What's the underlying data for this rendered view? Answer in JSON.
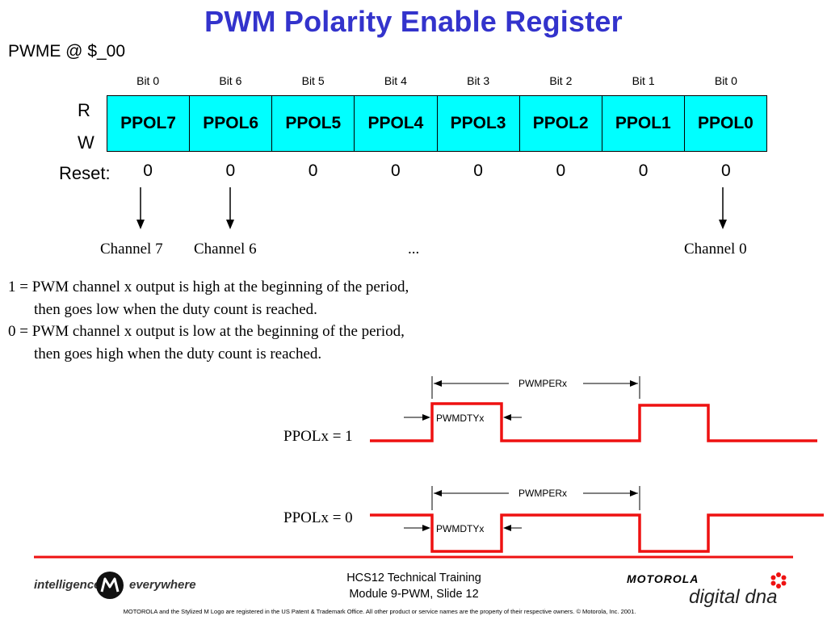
{
  "title": "PWM Polarity Enable Register",
  "register_address": "PWME @ $_00",
  "bit_labels": [
    "Bit 0",
    "Bit 6",
    "Bit 5",
    "Bit 4",
    "Bit 3",
    "Bit 2",
    "Bit 1",
    "Bit 0"
  ],
  "rw": {
    "read": "R",
    "write": "W"
  },
  "fields": [
    "PPOL7",
    "PPOL6",
    "PPOL5",
    "PPOL4",
    "PPOL3",
    "PPOL2",
    "PPOL1",
    "PPOL0"
  ],
  "reset_label": "Reset:",
  "reset_values": [
    "0",
    "0",
    "0",
    "0",
    "0",
    "0",
    "0",
    "0"
  ],
  "channels": {
    "ch7": "Channel 7",
    "ch6": "Channel 6",
    "ellipsis": "...",
    "ch0": "Channel 0"
  },
  "description": {
    "line1": "1 = PWM channel x output is high at the beginning of the period, then goes low when the duty count is reached.",
    "line0": "0 = PWM channel x output is low at the beginning of the period, then goes high when the duty count is reached."
  },
  "waveforms": {
    "ppol1_label": "PPOLx = 1",
    "ppol0_label": "PPOLx = 0",
    "period_label": "PWMPERx",
    "duty_label": "PWMDTYx"
  },
  "footer": {
    "tagline_left": "intelligence",
    "tagline_right": "everywhere",
    "course_line1": "HCS12 Technical Training",
    "course_line2": "Module 9-PWM, Slide 12",
    "brand": "MOTOROLA",
    "brand_sub": "digital dna",
    "legal": "MOTOROLA and the Stylized M Logo are registered in the US Patent & Trademark Office. All other  product or service names are  the property of their respective owners.  © Motorola, Inc. 2001.",
    "accent_color": "#ee1111"
  }
}
